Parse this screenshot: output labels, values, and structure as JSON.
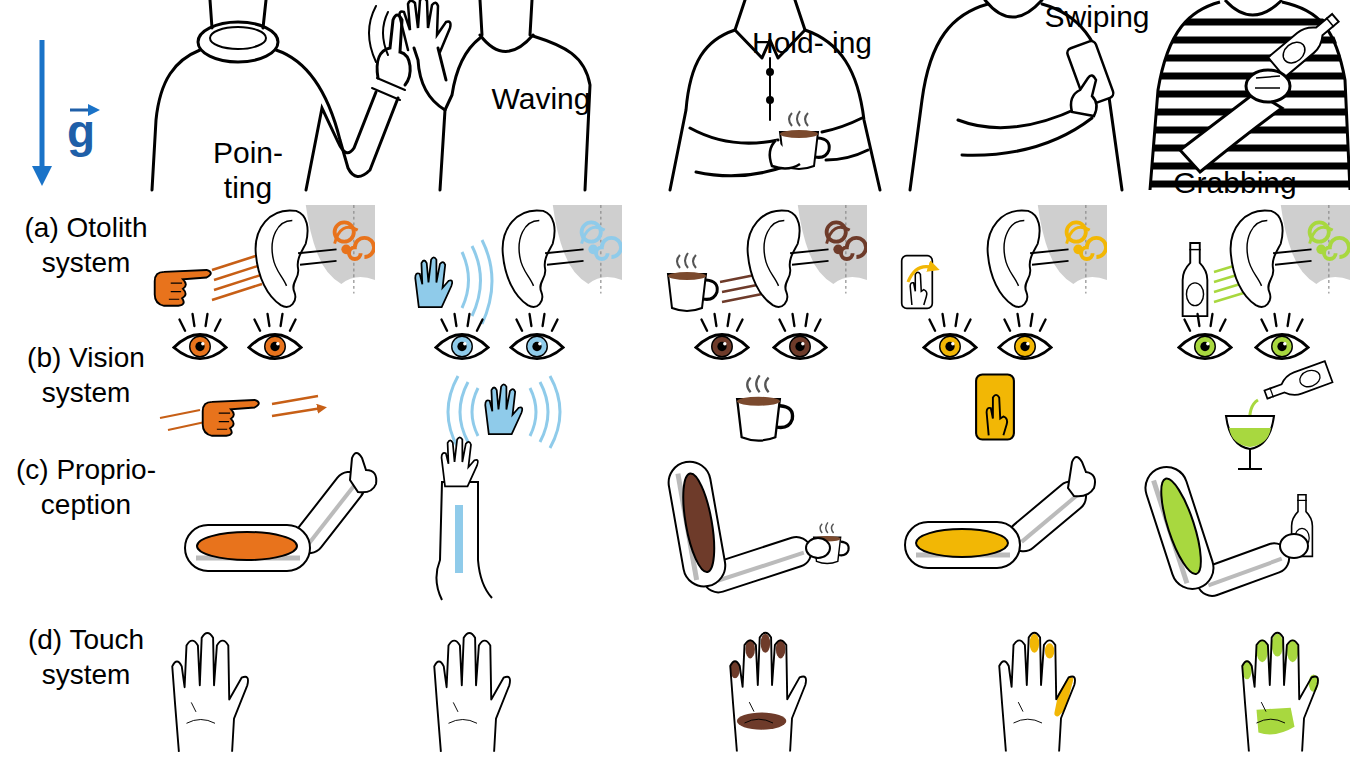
{
  "diagram": {
    "labels": [
      "g",
      "Poin- ting",
      "Waving",
      "Hold- ing",
      "Swiping",
      "Grabbing",
      "(a) Otolith system",
      "(b) Vision system",
      "(c) Proprio- ception",
      "(d) Touch system"
    ]
  }
}
